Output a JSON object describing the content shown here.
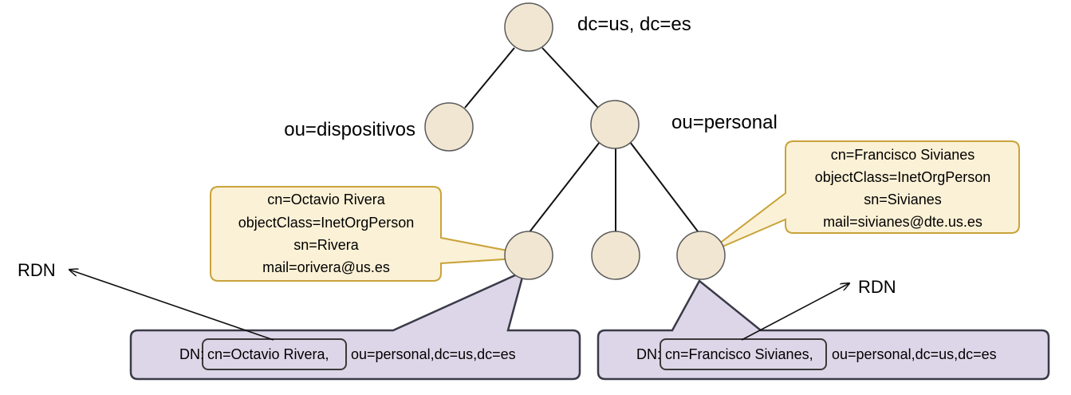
{
  "tree": {
    "root": {
      "label": "dc=us, dc=es"
    },
    "dispositivos": {
      "label": "ou=dispositivos"
    },
    "personal": {
      "label": "ou=personal"
    }
  },
  "entries": {
    "octavio": {
      "attributes": [
        "cn=Octavio Rivera",
        "objectClass=InetOrgPerson",
        "sn=Rivera",
        "mail=orivera@us.es"
      ],
      "dn_prefix": "DN:",
      "rdn": "cn=Octavio Rivera,",
      "dn_rest": "ou=personal,dc=us,dc=es"
    },
    "francisco": {
      "attributes": [
        "cn=Francisco Sivianes",
        "objectClass=InetOrgPerson",
        "sn=Sivianes",
        "mail=sivianes@dte.us.es"
      ],
      "dn_prefix": "DN:",
      "rdn": "cn=Francisco Sivianes,",
      "dn_rest": "ou=personal,dc=us,dc=es"
    }
  },
  "rdn_label": "RDN",
  "colors": {
    "node_fill": "#f1e6d2",
    "callout_fill": "#fbf1d6",
    "callout_border": "#c9a33a",
    "dn_fill": "#ddd6e8",
    "dn_border": "#3a3a48"
  }
}
